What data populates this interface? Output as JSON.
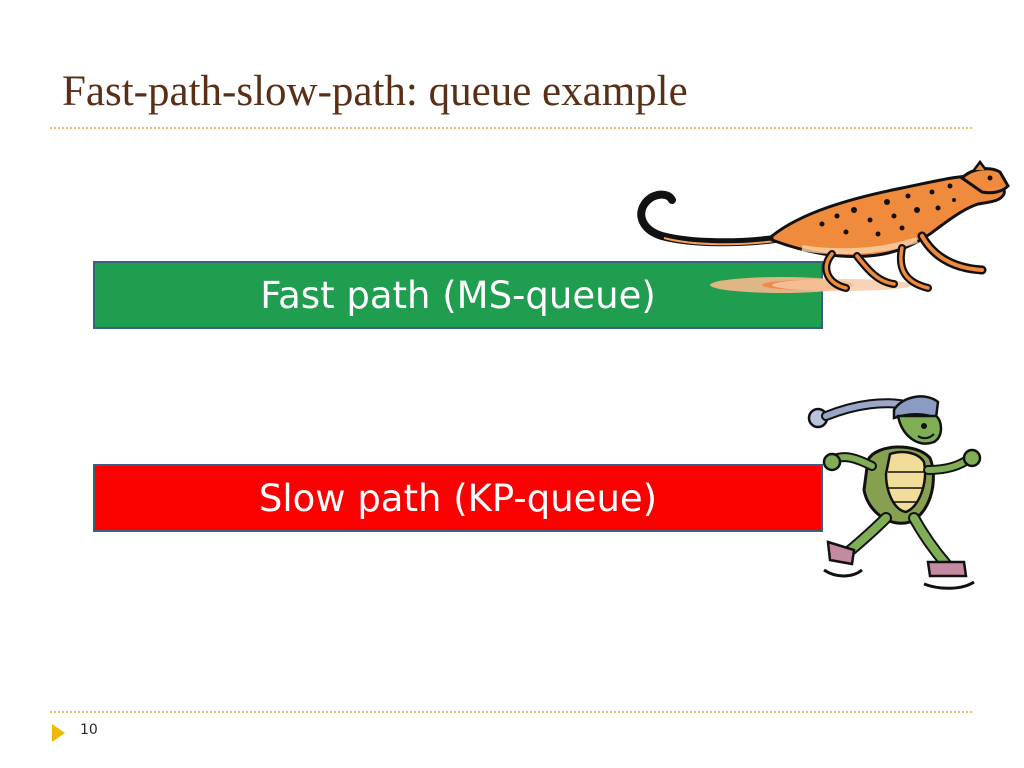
{
  "slide": {
    "title": "Fast-path-slow-path: queue example",
    "page_number": "10"
  },
  "boxes": {
    "fast_label": "Fast path (MS-queue)",
    "slow_label": "Slow path (KP-queue)"
  },
  "colors": {
    "title": "#5a2f17",
    "fast_box": "#1f9e4f",
    "slow_box": "#fb0000",
    "box_border": "#3b5f80",
    "rule": "#e8c46a",
    "footer_arrow": "#f2b800"
  },
  "images": {
    "top_right": "cheetah-clipart",
    "bottom_right": "turtle-clipart"
  }
}
